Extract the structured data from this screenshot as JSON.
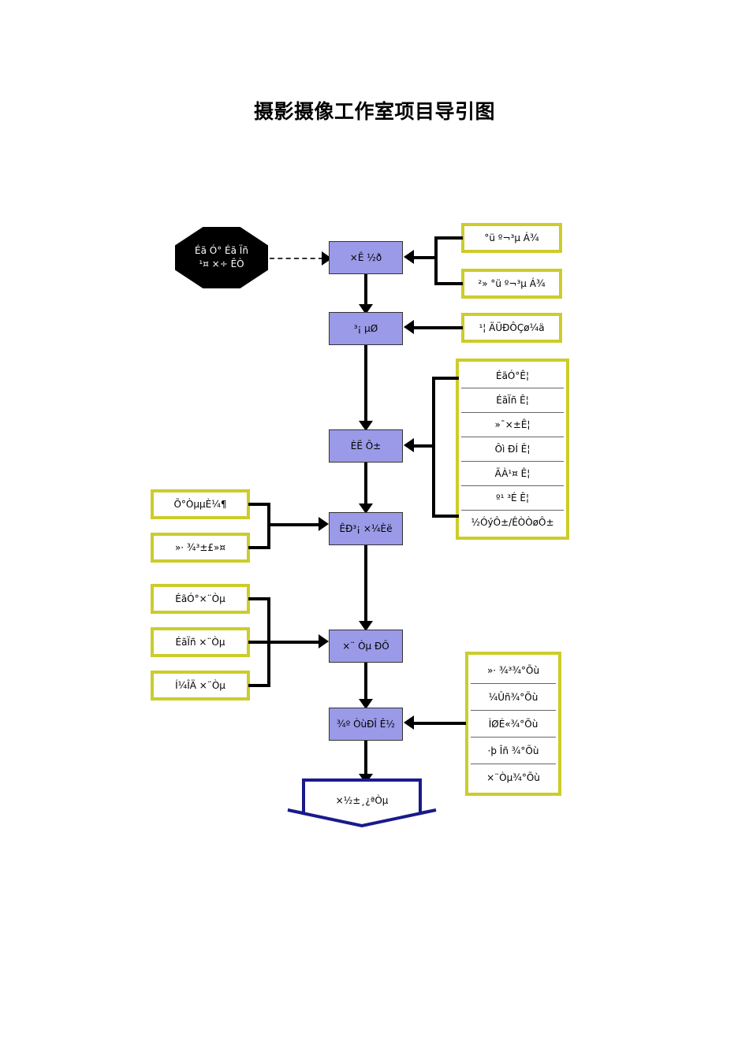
{
  "page": {
    "title": "摄影摄像工作室项目导引图",
    "colors": {
      "process_fill": "#9a9ae8",
      "process_border": "#333333",
      "detail_border": "#cccc2b",
      "detail_fill": "#ffffff",
      "start_fill": "#000000",
      "start_text": "#ffffff",
      "end_border": "#1a1a8c",
      "connector": "#000000"
    }
  },
  "flow": {
    "start_node": {
      "shape": "octagon",
      "line1": "Éã Ó° Éã Ïñ",
      "line2": "¹¤ ×÷ ÊÒ"
    },
    "steps": [
      {
        "id": "step-capital",
        "label": "×Ê ½ð"
      },
      {
        "id": "step-site",
        "label": "³¡  µØ"
      },
      {
        "id": "step-personnel",
        "label": "ÈË Ô±"
      },
      {
        "id": "step-market",
        "label": "ÊÐ³¡  ×¼Èë"
      },
      {
        "id": "step-profession",
        "label": "×¨    Òµ ÐÔ"
      },
      {
        "id": "step-competition",
        "label": "¾º ÒùÐÎ Ê½"
      }
    ],
    "end_node": {
      "shape": "banner",
      "label": "×½±¸¿ªÒµ"
    }
  },
  "detail_groups": {
    "capital_options": {
      "side": "right",
      "items": [
        "°ü º¬³µ Á¾",
        "²» °ü º¬³µ Á¾"
      ]
    },
    "site_options": {
      "side": "right",
      "items": [
        "¹¦ ÄÜÐÔÇø¼ä"
      ]
    },
    "personnel_roles": {
      "side": "right",
      "items": [
        "ÉãÓ°Ê¦",
        "ÉãÏñ Ê¦",
        "»¯×±Ê¦",
        "Ôì ÐÍ Ê¦",
        "ÃÀ¹¤ Ê¦",
        "º¹ ³É Ê¦",
        "½ÓýÔ±/ÊÒÒøÔ±"
      ]
    },
    "market_access": {
      "side": "left",
      "items": [
        "Õ°ÒµµÈ¼¶",
        "»· ¾³±£»¤"
      ]
    },
    "profession_types": {
      "side": "left",
      "items": [
        "ÉãÓ°×¨Òµ",
        "ÉãÏñ ×¨Òµ",
        "Í¼ÎÄ ×¨Òµ"
      ]
    },
    "competition_types": {
      "side": "right",
      "items": [
        "»· ¾³¾°Õù",
        "¼Ûñ¾°Õù",
        "ÌØÉ«¾°Õù",
        "·þ Îñ ¾°Õù",
        "×¨Òµ¾°Õù"
      ]
    }
  }
}
